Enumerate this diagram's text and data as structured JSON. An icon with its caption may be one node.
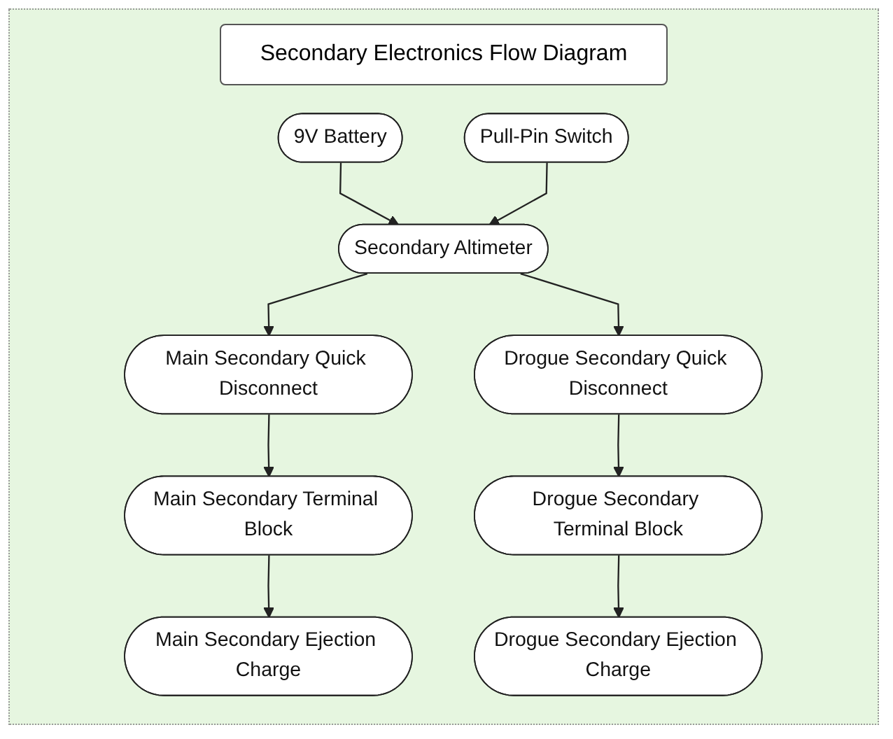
{
  "diagram": {
    "title": "Secondary Electronics Flow Diagram",
    "nodes": [
      {
        "text": [
          "Main Secondary Quick Disconnect"
        ]
      },
      {
        "text": [
          "Main Secondary Terminal Block"
        ]
      },
      {
        "text": [
          "Main Secondary Ejection Charge"
        ]
      },
      {
        "text": [
          "9V Battery"
        ]
      },
      {
        "text": [
          "Secondary Altimeter"
        ]
      },
      {
        "text": [
          "Pull-Pin Switch"
        ]
      },
      {
        "text": [
          "Drogue Secondary Quick Disconnect"
        ]
      },
      {
        "text": [
          "Drogue Secondary Terminal Block"
        ]
      },
      {
        "text": [
          "Drogue Secondary Ejection Charge"
        ]
      }
    ],
    "edges": [
      {
        "from": 0,
        "to": 1,
        "arrow": "to"
      },
      {
        "from": 1,
        "to": 2,
        "arrow": "to"
      },
      {
        "from": 4,
        "to": 0,
        "arrow": "to"
      },
      {
        "from": 3,
        "to": 4,
        "arrow": "to"
      },
      {
        "from": 5,
        "to": 4,
        "arrow": "to"
      },
      {
        "from": 4,
        "to": 6,
        "arrow": "to"
      },
      {
        "from": 6,
        "to": 7,
        "arrow": "to"
      },
      {
        "from": 7,
        "to": 8,
        "arrow": "to"
      }
    ]
  }
}
